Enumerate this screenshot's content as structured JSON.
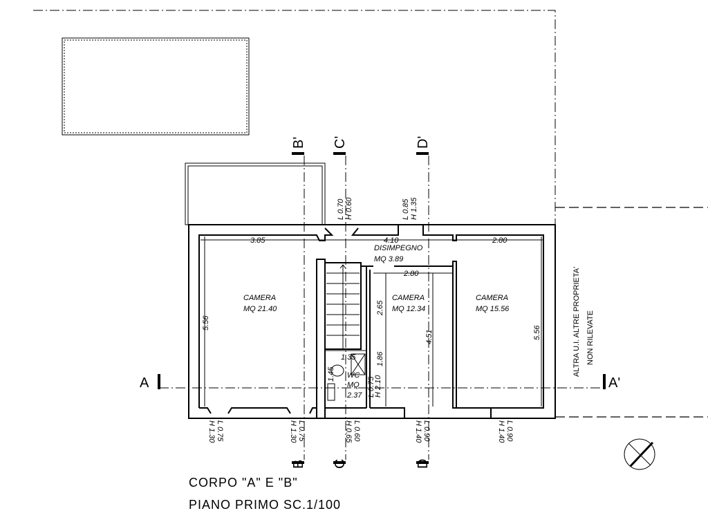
{
  "rooms": [
    {
      "name": "CAMERA",
      "area": "MQ  21.40"
    },
    {
      "name": "CAMERA",
      "area": "MQ  12.34"
    },
    {
      "name": "CAMERA",
      "area": "MQ  15.56"
    },
    {
      "name": "DISIMPEGNO",
      "area": "MQ  3.89"
    },
    {
      "name": "WC",
      "area_label": "MQ",
      "area": "2.37"
    }
  ],
  "dimensions": {
    "room1_width": "3.85",
    "disimpegno_width": "4.10",
    "room3_width": "2.80",
    "room2_width": "2.80",
    "room1_height": "5.56",
    "room3_height": "5.56",
    "room2_height": "4.51",
    "room2_upper": "2.65",
    "wc_height": "1.86",
    "wc_width": "1.35"
  },
  "openings": {
    "top_door": [
      "L 0.70",
      "H 0.60"
    ],
    "top_window": [
      "L 0.85",
      "H 1.35"
    ],
    "wc_door": [
      "L 0.75",
      "H 2.10"
    ],
    "wc_wall": "1.45",
    "bottom": [
      [
        "L 0.75",
        "H 1.30"
      ],
      [
        "L 0.75",
        "H 1.30"
      ],
      [
        "L 0.60",
        "H 0.65"
      ],
      [
        "L 0.90",
        "H 1.40"
      ],
      [
        "L 0.90",
        "H 1.40"
      ]
    ]
  },
  "sections": {
    "a": "A",
    "a_prime": "A'",
    "b": "B",
    "b_prime": "B'",
    "c": "C",
    "c_prime": "C'",
    "d": "D",
    "d_prime": "D'"
  },
  "side_note": [
    "ALTRA U.I. ALTRE PROPRIETA'",
    "NON RILEVATE"
  ],
  "title": [
    "CORPO \"A\" E \"B\"",
    "PIANO PRIMO SC.1/100"
  ]
}
